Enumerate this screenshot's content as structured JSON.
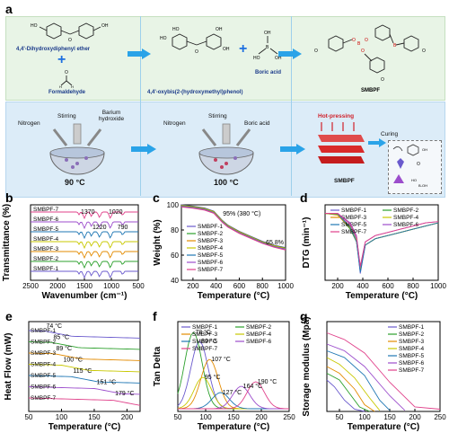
{
  "panels": {
    "a": "a",
    "b": "b",
    "c": "c",
    "d": "d",
    "e": "e",
    "f": "f",
    "g": "g"
  },
  "scheme": {
    "reactant1": "4,4'-Dihydroxydiphenyl ether",
    "reactant2": "Formaldehyde",
    "intermediate": "4,4'-oxybis(2-(hydroxymethyl)phenol)",
    "reactant3": "Boric acid",
    "product": "SMBPF",
    "step1_conditions": [
      "Nitrogen",
      "Stirring",
      "Barium hydroxide"
    ],
    "step1_temp": "90 °C",
    "step2_conditions": [
      "Nitrogen",
      "Stirring",
      "Boric acid"
    ],
    "step2_temp": "100 °C",
    "step3_conditions": [
      "Hot-pressing",
      "Curing"
    ],
    "step3_product": "SMBPF",
    "colors": {
      "green_bg": "#e5f3e4",
      "blue_bg": "#dceefa",
      "arrow": "#2aa3e8",
      "plus": "#1d6fe0"
    }
  },
  "series_names": [
    "SMBPF-1",
    "SMBPF-2",
    "SMBPF-3",
    "SMBPF-4",
    "SMBPF-5",
    "SMBPF-6",
    "SMBPF-7"
  ],
  "series_colors": [
    "#6a5acd",
    "#2ca02c",
    "#e38b00",
    "#c8c800",
    "#1f77b4",
    "#9c4dcc",
    "#e0408a"
  ],
  "chart_data": [
    {
      "id": "b",
      "type": "line",
      "xlabel": "Wavenumber (cm⁻¹)",
      "ylabel": "Transmittance (%)",
      "xlim": [
        2500,
        500
      ],
      "xticks": [
        2500,
        2000,
        1500,
        1000,
        500
      ],
      "annotations": [
        "1370",
        "1020",
        "1220",
        "790"
      ],
      "series_order": [
        "SMBPF-7",
        "SMBPF-6",
        "SMBPF-5",
        "SMBPF-4",
        "SMBPF-3",
        "SMBPF-2",
        "SMBPF-1"
      ]
    },
    {
      "id": "c",
      "type": "line",
      "xlabel": "Temperature (°C)",
      "ylabel": "Weight (%)",
      "xlim": [
        100,
        1000
      ],
      "ylim": [
        40,
        100
      ],
      "xticks": [
        200,
        400,
        600,
        800,
        1000
      ],
      "yticks": [
        40,
        60,
        80,
        100
      ],
      "annotations": [
        "95% (380 °C)",
        "65.8%"
      ],
      "x": [
        100,
        200,
        300,
        380,
        450,
        500,
        600,
        700,
        800,
        900,
        1000
      ],
      "series": [
        {
          "name": "SMBPF-1",
          "values": [
            100,
            99,
            97.5,
            95,
            88,
            84,
            79,
            75,
            71,
            68,
            66
          ]
        },
        {
          "name": "SMBPF-2",
          "values": [
            100,
            99,
            97.5,
            95,
            88,
            84,
            79,
            75,
            71,
            68,
            66
          ]
        },
        {
          "name": "SMBPF-3",
          "values": [
            100,
            99,
            97.5,
            95,
            88,
            84,
            79,
            75,
            71,
            68,
            66
          ]
        },
        {
          "name": "SMBPF-4",
          "values": [
            100,
            99,
            97.5,
            95,
            88,
            84,
            79,
            75,
            71,
            68,
            66
          ]
        },
        {
          "name": "SMBPF-5",
          "values": [
            100,
            99,
            97.5,
            95,
            88,
            84,
            79,
            75,
            71,
            68,
            66
          ]
        },
        {
          "name": "SMBPF-6",
          "values": [
            100,
            99,
            97.5,
            95,
            88,
            84,
            79,
            75,
            71,
            68,
            66
          ]
        },
        {
          "name": "SMBPF-7",
          "values": [
            100,
            99,
            97.5,
            95,
            88,
            84,
            79,
            75,
            71,
            68,
            65.8
          ]
        }
      ]
    },
    {
      "id": "d",
      "type": "line",
      "xlabel": "Temperature (°C)",
      "ylabel": "DTG (min⁻¹)",
      "xlim": [
        100,
        1000
      ],
      "xticks": [
        200,
        400,
        600,
        800,
        1000
      ],
      "x": [
        100,
        200,
        300,
        350,
        380,
        420,
        500,
        600,
        700,
        800,
        900,
        1000
      ],
      "series": [
        {
          "name": "SMBPF-1",
          "values": [
            -0.05,
            -0.06,
            -0.25,
            -0.45,
            -1.0,
            -0.55,
            -0.45,
            -0.4,
            -0.35,
            -0.3,
            -0.25,
            -0.2
          ]
        },
        {
          "name": "SMBPF-2",
          "values": [
            -0.05,
            -0.07,
            -0.3,
            -0.5,
            -0.9,
            -0.55,
            -0.45,
            -0.4,
            -0.35,
            -0.3,
            -0.25,
            -0.2
          ]
        },
        {
          "name": "SMBPF-3",
          "values": [
            -0.05,
            -0.08,
            -0.28,
            -0.5,
            -0.95,
            -0.55,
            -0.45,
            -0.4,
            -0.35,
            -0.3,
            -0.25,
            -0.2
          ]
        },
        {
          "name": "SMBPF-4",
          "values": [
            -0.05,
            -0.07,
            -0.26,
            -0.48,
            -0.92,
            -0.55,
            -0.45,
            -0.4,
            -0.35,
            -0.3,
            -0.25,
            -0.2
          ]
        },
        {
          "name": "SMBPF-5",
          "values": [
            -0.05,
            -0.06,
            -0.27,
            -0.5,
            -0.98,
            -0.55,
            -0.45,
            -0.4,
            -0.35,
            -0.3,
            -0.25,
            -0.2
          ]
        },
        {
          "name": "SMBPF-6",
          "values": [
            -0.05,
            -0.05,
            -0.2,
            -0.4,
            -0.9,
            -0.5,
            -0.4,
            -0.35,
            -0.3,
            -0.25,
            -0.2,
            -0.18
          ]
        },
        {
          "name": "SMBPF-7",
          "values": [
            -0.05,
            -0.05,
            -0.22,
            -0.42,
            -0.88,
            -0.5,
            -0.4,
            -0.35,
            -0.3,
            -0.25,
            -0.2,
            -0.18
          ]
        }
      ]
    },
    {
      "id": "e",
      "type": "line",
      "xlabel": "Temperature (°C)",
      "ylabel": "Heat Flow (mW)",
      "xlim": [
        50,
        220
      ],
      "xticks": [
        50,
        100,
        150,
        200
      ],
      "tg_labels": [
        "74 °C",
        "85 °C",
        "89 °C",
        "100 °C",
        "115 °C",
        "151 °C",
        "179 °C"
      ],
      "tg_values": [
        74,
        85,
        89,
        100,
        115,
        151,
        179
      ]
    },
    {
      "id": "f",
      "type": "line",
      "xlabel": "Temperature (°C)",
      "ylabel": "Tan Delta",
      "xlim": [
        50,
        250
      ],
      "ylim": [
        0,
        1.0
      ],
      "xticks": [
        50,
        100,
        150,
        200,
        250
      ],
      "peak_labels": [
        "89 °C",
        "78 °C",
        "107 °C",
        "95 °C",
        "127 °C",
        "164 °C",
        "190 °C"
      ],
      "peaks": [
        {
          "x": 78,
          "y": 0.85
        },
        {
          "x": 89,
          "y": 0.75
        },
        {
          "x": 95,
          "y": 0.35
        },
        {
          "x": 107,
          "y": 0.55
        },
        {
          "x": 127,
          "y": 0.18
        },
        {
          "x": 164,
          "y": 0.25
        },
        {
          "x": 190,
          "y": 0.3
        }
      ]
    },
    {
      "id": "g",
      "type": "line",
      "xlabel": "Temperature (°C)",
      "ylabel": "Storage modulus (Mpa)",
      "xlim": [
        25,
        250
      ],
      "ylim": [
        0,
        4000
      ],
      "xticks": [
        50,
        100,
        150,
        200,
        250
      ],
      "yticks": [
        0,
        1000,
        2000,
        3000,
        4000
      ],
      "series": [
        {
          "name": "SMBPF-1",
          "x": [
            25,
            40,
            60,
            80,
            100
          ],
          "values": [
            1400,
            1100,
            500,
            100,
            0
          ]
        },
        {
          "name": "SMBPF-2",
          "x": [
            25,
            50,
            70,
            90,
            110
          ],
          "values": [
            1700,
            1400,
            800,
            200,
            0
          ]
        },
        {
          "name": "SMBPF-3",
          "x": [
            25,
            50,
            80,
            100,
            120
          ],
          "values": [
            2000,
            1700,
            1000,
            300,
            0
          ]
        },
        {
          "name": "SMBPF-4",
          "x": [
            25,
            50,
            80,
            110,
            130
          ],
          "values": [
            2400,
            2100,
            1500,
            600,
            50
          ]
        },
        {
          "name": "SMBPF-5",
          "x": [
            25,
            60,
            100,
            130,
            150
          ],
          "values": [
            2700,
            2400,
            1600,
            500,
            50
          ]
        },
        {
          "name": "SMBPF-6",
          "x": [
            25,
            60,
            100,
            150,
            180
          ],
          "values": [
            3000,
            2700,
            2000,
            700,
            50
          ]
        },
        {
          "name": "SMBPF-7",
          "x": [
            25,
            60,
            100,
            150,
            200,
            250
          ],
          "values": [
            3500,
            3200,
            2600,
            1300,
            200,
            100
          ]
        }
      ]
    }
  ]
}
